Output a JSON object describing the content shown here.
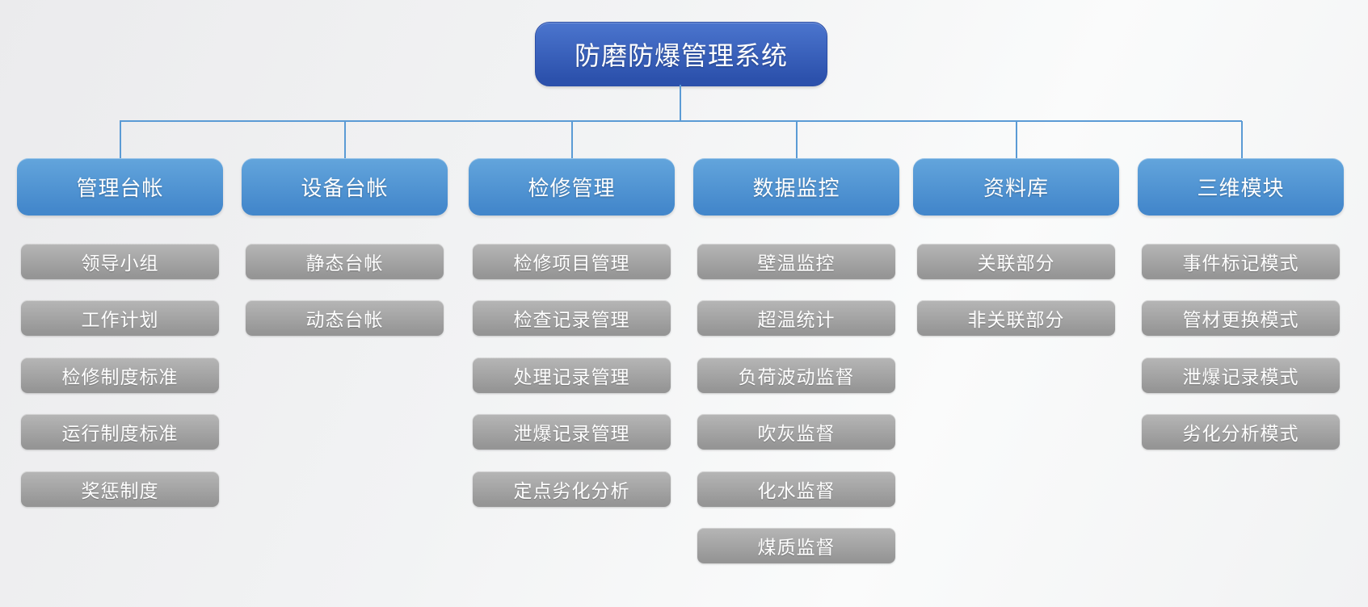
{
  "diagram": {
    "root": {
      "label": "防磨防爆管理系统"
    },
    "columns": [
      {
        "header": "管理台帐",
        "items": [
          "领导小组",
          "工作计划",
          "检修制度标准",
          "运行制度标准",
          "奖惩制度"
        ]
      },
      {
        "header": "设备台帐",
        "items": [
          "静态台帐",
          "动态台帐"
        ]
      },
      {
        "header": "检修管理",
        "items": [
          "检修项目管理",
          "检查记录管理",
          "处理记录管理",
          "泄爆记录管理",
          "定点劣化分析"
        ]
      },
      {
        "header": "数据监控",
        "items": [
          "壁温监控",
          "超温统计",
          "负荷波动监督",
          "吹灰监督",
          "化水监督",
          "煤质监督"
        ]
      },
      {
        "header": "资料库",
        "items": [
          "关联部分",
          "非关联部分"
        ]
      },
      {
        "header": "三维模块",
        "items": [
          "事件标记模式",
          "管材更换模式",
          "泄爆记录模式",
          "劣化分析模式"
        ]
      }
    ],
    "colors": {
      "root_top": "#4b75ce",
      "root_bottom": "#2c51ac",
      "header_top": "#63a5dc",
      "header_bottom": "#4387cb",
      "item_top": "#b6b6b6",
      "item_bottom": "#959595",
      "connector": "#5b9bd5",
      "text": "#ffffff"
    }
  }
}
